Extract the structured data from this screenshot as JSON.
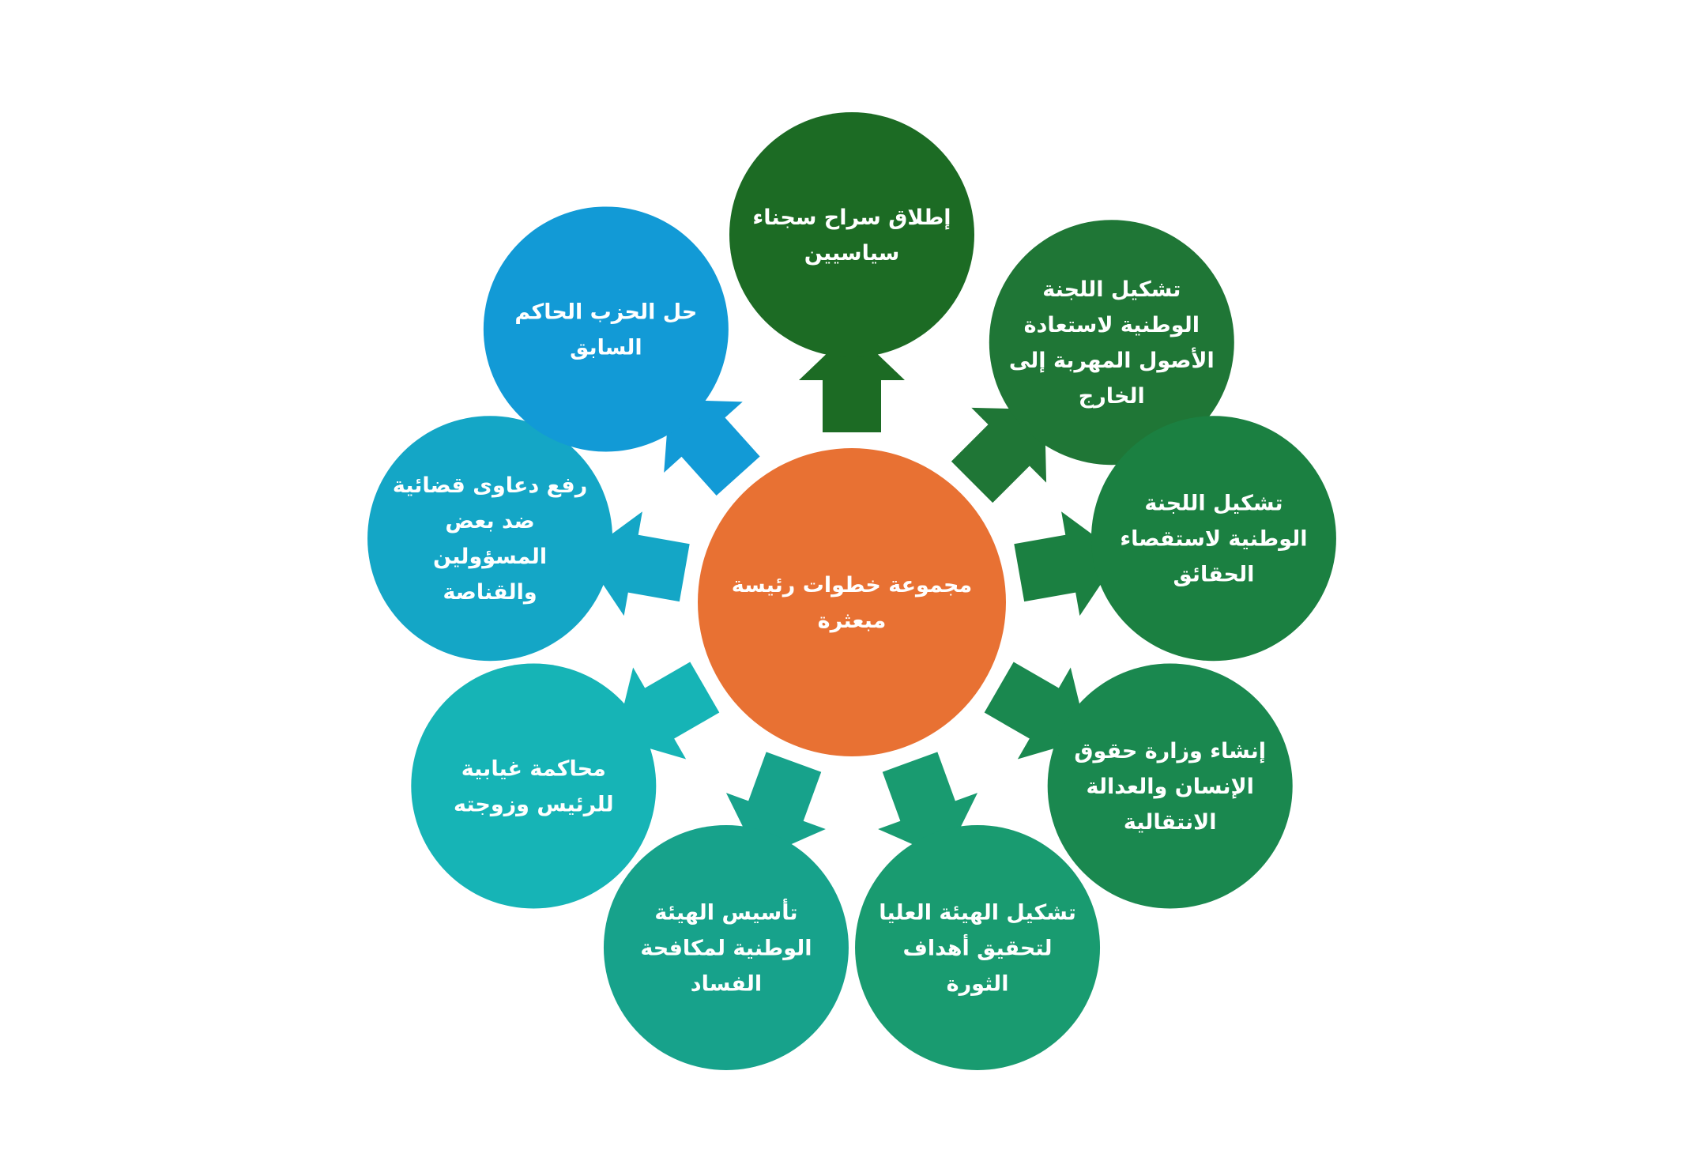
{
  "center": {
    "lines": [
      "مجموعة خطوات رئيسة",
      "مبعثرة"
    ],
    "color": "#E87133"
  },
  "nodes": [
    {
      "id": "release-prisoners",
      "lines": [
        "إطلاق سراح سجناء",
        "سياسيين"
      ],
      "color": "#1C6B24"
    },
    {
      "id": "assets-committee",
      "lines": [
        "تشكيل اللجنة",
        "الوطنية لاستعادة",
        "الأصول المهربة إلى",
        "الخارج"
      ],
      "color": "#1F7636"
    },
    {
      "id": "fact-finding-committee",
      "lines": [
        "تشكيل اللجنة",
        "الوطنية لاستقصاء",
        "الحقائق"
      ],
      "color": "#1B8041"
    },
    {
      "id": "human-rights-ministry",
      "lines": [
        "إنشاء وزارة حقوق",
        "الإنسان والعدالة",
        "الانتقالية"
      ],
      "color": "#1A884F"
    },
    {
      "id": "revolution-goals-authority",
      "lines": [
        "تشكيل الهيئة العليا",
        "لتحقيق أهداف",
        "الثورة"
      ],
      "color": "#199B70"
    },
    {
      "id": "anti-corruption-authority",
      "lines": [
        "تأسيس الهيئة",
        "الوطنية لمكافحة",
        "الفساد"
      ],
      "color": "#17A28B"
    },
    {
      "id": "absentia-trial",
      "lines": [
        "محاكمة غيابية",
        "للرئيس وزوجته"
      ],
      "color": "#16B4B6"
    },
    {
      "id": "lawsuits",
      "lines": [
        "رفع دعاوى قضائية",
        "ضد بعض",
        "المسؤولين",
        "والقناصة"
      ],
      "color": "#14A6C6"
    },
    {
      "id": "dissolve-party",
      "lines": [
        "حل الحزب الحاكم",
        "السابق"
      ],
      "color": "#129AD6"
    }
  ]
}
